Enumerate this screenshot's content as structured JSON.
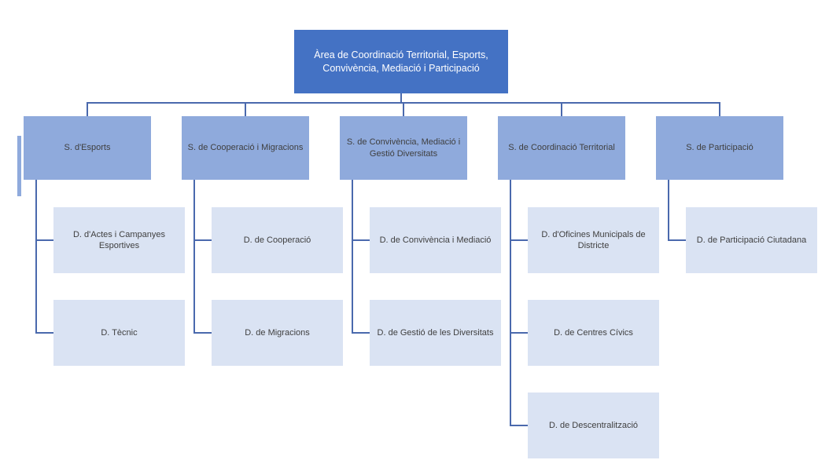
{
  "diagram": {
    "type": "org-chart",
    "root": {
      "label": "Àrea de Coordinació Territorial, Esports, Convivència, Mediació i Participació"
    },
    "sections": [
      {
        "label": "S. d'Esports",
        "children": [
          "D. d'Actes i Campanyes Esportives",
          "D. Tècnic"
        ]
      },
      {
        "label": "S. de Cooperació i Migracions",
        "children": [
          "D. de Cooperació",
          "D. de Migracions"
        ]
      },
      {
        "label": "S. de Convivència, Mediació i Gestió Diversitats",
        "children": [
          "D. de Convivència i Mediació",
          "D. de Gestió de les Diversitats"
        ]
      },
      {
        "label": "S. de Coordinació Territorial",
        "children": [
          "D. d'Oficines Municipals de Districte",
          "D. de Centres Cívics",
          "D. de Descentralització"
        ]
      },
      {
        "label": "S. de Participació",
        "children": [
          "D. de Participació Ciutadana"
        ]
      }
    ],
    "colors": {
      "background": "#FFFFFF",
      "root_fill": "#4472C4",
      "root_text": "#FFFFFF",
      "section_fill": "#8FAADC",
      "child_fill": "#DAE3F3",
      "node_text": "#3F3F3F",
      "connector": "#4A69AD"
    }
  }
}
